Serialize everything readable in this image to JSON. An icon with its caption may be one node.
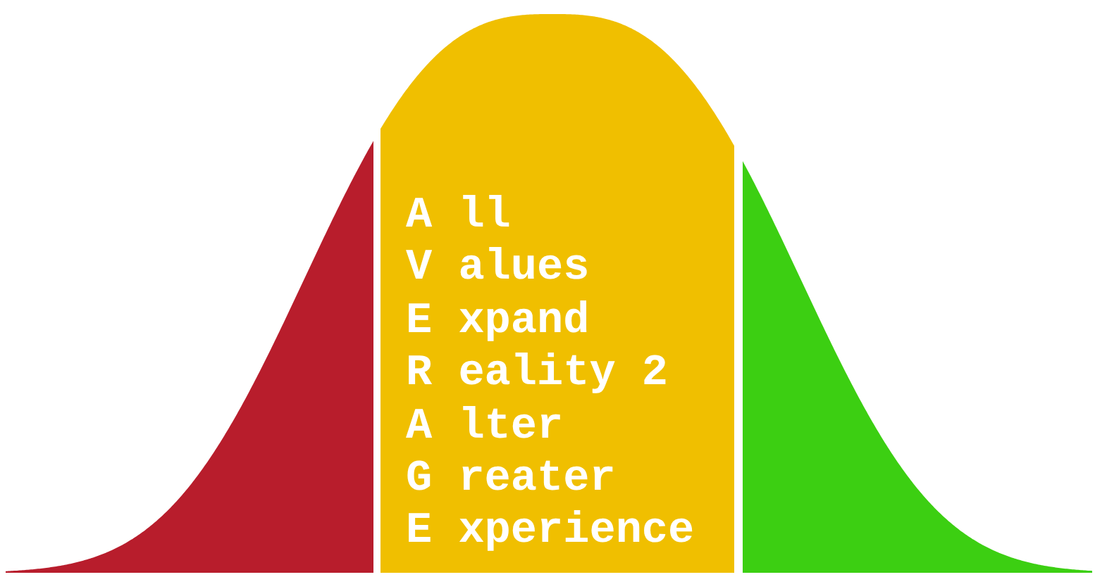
{
  "diagram": {
    "nodes": [
      {
        "text": [],
        "shape": "area"
      },
      {
        "text": [
          "A ll",
          "V alues",
          "E xpand",
          "R eality 2",
          "A lter",
          "G reater",
          "E xperience"
        ]
      },
      {
        "text": [],
        "shape": "area"
      }
    ]
  }
}
